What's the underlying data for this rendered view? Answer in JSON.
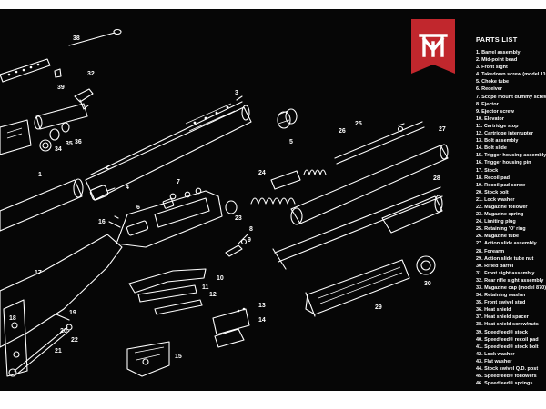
{
  "brand": {
    "accent_color": "#c1272d",
    "logo_icon": "mm-monogram-logo"
  },
  "parts_list": {
    "title": "PARTS LIST",
    "items": [
      "1. Barrel assembly",
      "2. Mid-point bead",
      "3. Front sight",
      "4. Takedown screw (model 1100)",
      "5. Choke tube",
      "6. Receiver",
      "7. Scope mount dummy screw",
      "8. Ejector",
      "9. Ejector screw",
      "10. Elevator",
      "11. Cartridge stop",
      "12. Cartridge interrupter",
      "13. Bolt assembly",
      "14. Bolt slide",
      "15. Trigger housing assembly",
      "16. Trigger housing pin",
      "17. Stock",
      "18. Recoil pad",
      "19. Recoil pad screw",
      "20. Stock bolt",
      "21. Lock washer",
      "22. Magazine follower",
      "23. Magazine spring",
      "24. Limiting plug",
      "25. Retaining 'O' ring",
      "26. Magazine tube",
      "27. Action slide assembly",
      "28. Forearm",
      "29. Action slide tube nut",
      "30. Rifled barrel",
      "31. Front sight assembly",
      "32. Rear rifle sight assembly",
      "33. Magazine cap (model 870)",
      "34. Retaining washer",
      "35. Front swivel stud",
      "36. Heat shield",
      "37. Heat shield spacer",
      "38. Heat shield screw/nuts",
      "39. Speedfeed® stock",
      "40. Speedfeed® recoil pad",
      "41. Speedfeed® stock bolt",
      "42. Lock washer",
      "43. Flat washer",
      "44. Stock swivel Q.D. post",
      "45. Speedfeed® followers",
      "46. Speedfeed® springs"
    ]
  },
  "diagram": {
    "callouts": [
      "1",
      "2",
      "3",
      "4",
      "5",
      "6",
      "7",
      "8",
      "9",
      "10",
      "11",
      "12",
      "13",
      "14",
      "15",
      "16",
      "17",
      "18",
      "19",
      "20",
      "21",
      "22",
      "23",
      "24",
      "25",
      "26",
      "27",
      "28",
      "29",
      "30",
      "32",
      "34",
      "35",
      "36",
      "38",
      "39"
    ]
  }
}
